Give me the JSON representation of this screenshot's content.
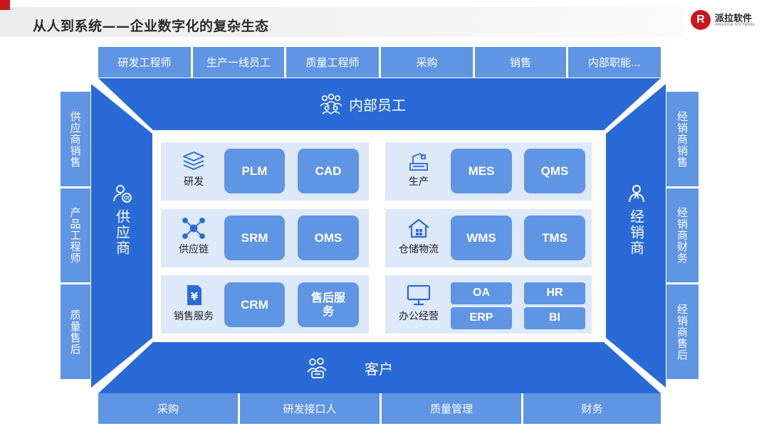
{
  "header": {
    "title": "从人到系统——企业数字化的复杂生态",
    "logo_cn": "派拉软件",
    "logo_en": "PARAVIEW SOFTWARE",
    "logo_letter": "R",
    "accent": "#c8161d"
  },
  "top_roles": [
    "研发工程师",
    "生产一线员工",
    "质量工程师",
    "采购",
    "销售",
    "内部职能..."
  ],
  "bottom_roles": [
    "采购",
    "研发接口人",
    "质量管理",
    "财务"
  ],
  "left_roles": [
    "供应商销售",
    "产品工程师",
    "质量售后"
  ],
  "right_roles": [
    "经销商销售",
    "经销商财务",
    "经销商售后"
  ],
  "frame": {
    "top": "内部员工",
    "bottom": "客户",
    "left": "供应商",
    "right": "经销商",
    "top_icon": "team-icon",
    "bottom_icon": "customers-icon",
    "left_icon": "supplier-person-icon",
    "right_icon": "person-icon"
  },
  "panels": [
    {
      "label": "研发",
      "icon": "layers-icon",
      "systems": [
        "PLM",
        "CAD"
      ]
    },
    {
      "label": "生产",
      "icon": "factory-icon",
      "systems": [
        "MES",
        "QMS"
      ]
    },
    {
      "label": "供应链",
      "icon": "network-icon",
      "systems": [
        "SRM",
        "OMS"
      ]
    },
    {
      "label": "仓储物流",
      "icon": "warehouse-icon",
      "systems": [
        "WMS",
        "TMS"
      ]
    },
    {
      "label": "销售服务",
      "icon": "yuan-document-icon",
      "systems": [
        "CRM",
        "售后服务"
      ]
    },
    {
      "label": "办公经营",
      "icon": "monitor-icon",
      "systems": [
        "OA",
        "HR",
        "ERP",
        "BI"
      ]
    }
  ],
  "colors": {
    "frame_blue": "#2a6ad6",
    "box_blue": "#5f95e2",
    "panel_bg": "#dde9f8"
  }
}
